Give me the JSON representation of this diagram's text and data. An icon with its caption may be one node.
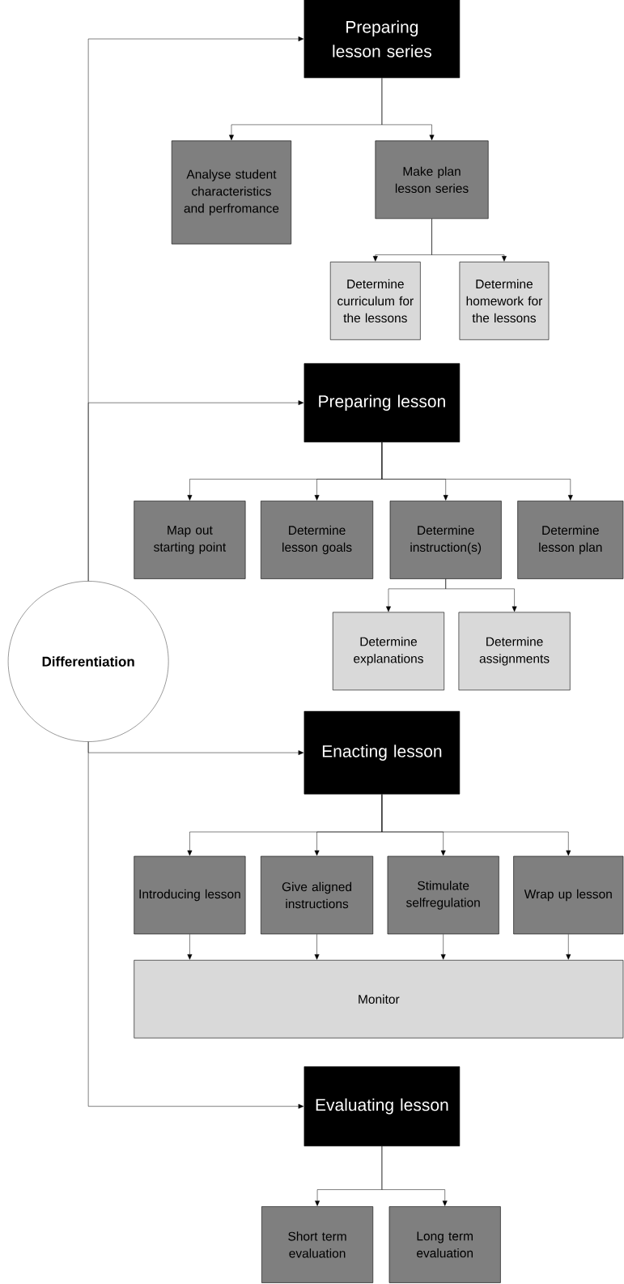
{
  "diagram": {
    "nodes": [
      {
        "text": [
          "Preparing lesson series"
        ]
      },
      {
        "text": [
          "Analyse student characteristics and perfromance"
        ]
      },
      {
        "text": [
          "Make plan lesson series"
        ]
      },
      {
        "text": [
          "Determine curriculum for the lessons"
        ]
      },
      {
        "text": [
          "Determine homework for the lessons"
        ]
      },
      {
        "text": [
          "Preparing lesson"
        ]
      },
      {
        "text": [
          "Map out starting point"
        ]
      },
      {
        "text": [
          "Determine lesson goals"
        ]
      },
      {
        "text": [
          "Determine instruction(s)"
        ]
      },
      {
        "text": [
          "Determine lesson plan"
        ]
      },
      {
        "text": [
          "Determine explanations"
        ]
      },
      {
        "text": [
          "Determine assignments"
        ]
      },
      {
        "text": [
          "Differentiation"
        ]
      },
      {
        "text": [
          "Enacting lesson"
        ]
      },
      {
        "text": [
          "Introducing lesson"
        ]
      },
      {
        "text": [
          "Give aligned instructions"
        ]
      },
      {
        "text": [
          "Stimulate selfregulation"
        ]
      },
      {
        "text": [
          "Wrap up lesson"
        ]
      },
      {
        "text": [
          "Monitor"
        ]
      },
      {
        "text": [
          "Evaluating lesson"
        ]
      },
      {
        "text": [
          "Short term evaluation"
        ]
      },
      {
        "text": [
          "Long term evaluation"
        ]
      }
    ],
    "edges": [
      {
        "from": 0,
        "to": 1,
        "arrow": "to"
      },
      {
        "from": 0,
        "to": 2,
        "arrow": "to"
      },
      {
        "from": 2,
        "to": 3,
        "arrow": "to"
      },
      {
        "from": 2,
        "to": 4,
        "arrow": "to"
      },
      {
        "from": 5,
        "to": 6,
        "arrow": "to"
      },
      {
        "from": 5,
        "to": 7,
        "arrow": "to"
      },
      {
        "from": 5,
        "to": 8,
        "arrow": "to"
      },
      {
        "from": 5,
        "to": 9,
        "arrow": "to"
      },
      {
        "from": 8,
        "to": 10,
        "arrow": "to"
      },
      {
        "from": 8,
        "to": 11,
        "arrow": "to"
      },
      {
        "from": 12,
        "to": 0,
        "arrow": "to"
      },
      {
        "from": 12,
        "to": 5,
        "arrow": "to"
      },
      {
        "from": 12,
        "to": 13,
        "arrow": "to"
      },
      {
        "from": 12,
        "to": 19,
        "arrow": "to"
      },
      {
        "from": 13,
        "to": 14,
        "arrow": "to"
      },
      {
        "from": 13,
        "to": 15,
        "arrow": "to"
      },
      {
        "from": 13,
        "to": 16,
        "arrow": "to"
      },
      {
        "from": 13,
        "to": 17,
        "arrow": "to"
      },
      {
        "from": 14,
        "to": 18,
        "arrow": "to"
      },
      {
        "from": 15,
        "to": 18,
        "arrow": "to"
      },
      {
        "from": 16,
        "to": 18,
        "arrow": "to"
      },
      {
        "from": 17,
        "to": 18,
        "arrow": "to"
      },
      {
        "from": 19,
        "to": 20,
        "arrow": "to"
      },
      {
        "from": 19,
        "to": 21,
        "arrow": "to"
      }
    ]
  }
}
